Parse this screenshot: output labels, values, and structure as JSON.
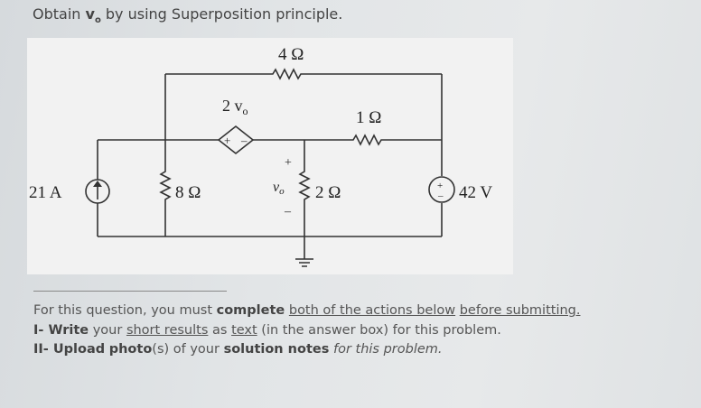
{
  "question": {
    "prefix": "Obtain ",
    "var": "v",
    "var_sub": "o",
    "suffix": " by using Superposition principle."
  },
  "circuit": {
    "r_top": "4 Ω",
    "dep_source": "2 v",
    "dep_source_sub": "o",
    "dep_plus": "+",
    "dep_minus": "–",
    "r_1": "1 Ω",
    "current_source": "21 A",
    "r_8": "8 Ω",
    "vo_label": "v",
    "vo_sub": "o",
    "vo_plus": "+",
    "vo_minus": "–",
    "r_2": "2 Ω",
    "vsrc_plus": "+",
    "vsrc_minus": "–",
    "voltage_source": "42 V"
  },
  "instructions": {
    "line1_a": "For this question, you must ",
    "line1_b": "complete",
    "line1_c": " ",
    "line1_d": "both of the actions below",
    "line1_e": " ",
    "line1_f": "before submitting.",
    "line2_a": "I- ",
    "line2_b": "Write",
    "line2_c": " your ",
    "line2_d": "short results",
    "line2_e": " as ",
    "line2_f": "text",
    "line2_g": " (in the answer box) for this problem.",
    "line3_a": "II- ",
    "line3_b": "Upload",
    "line3_c": " ",
    "line3_d": "photo",
    "line3_e": "(s) of your ",
    "line3_f": "solution notes",
    "line3_g": " ",
    "line3_h": "for this problem."
  }
}
